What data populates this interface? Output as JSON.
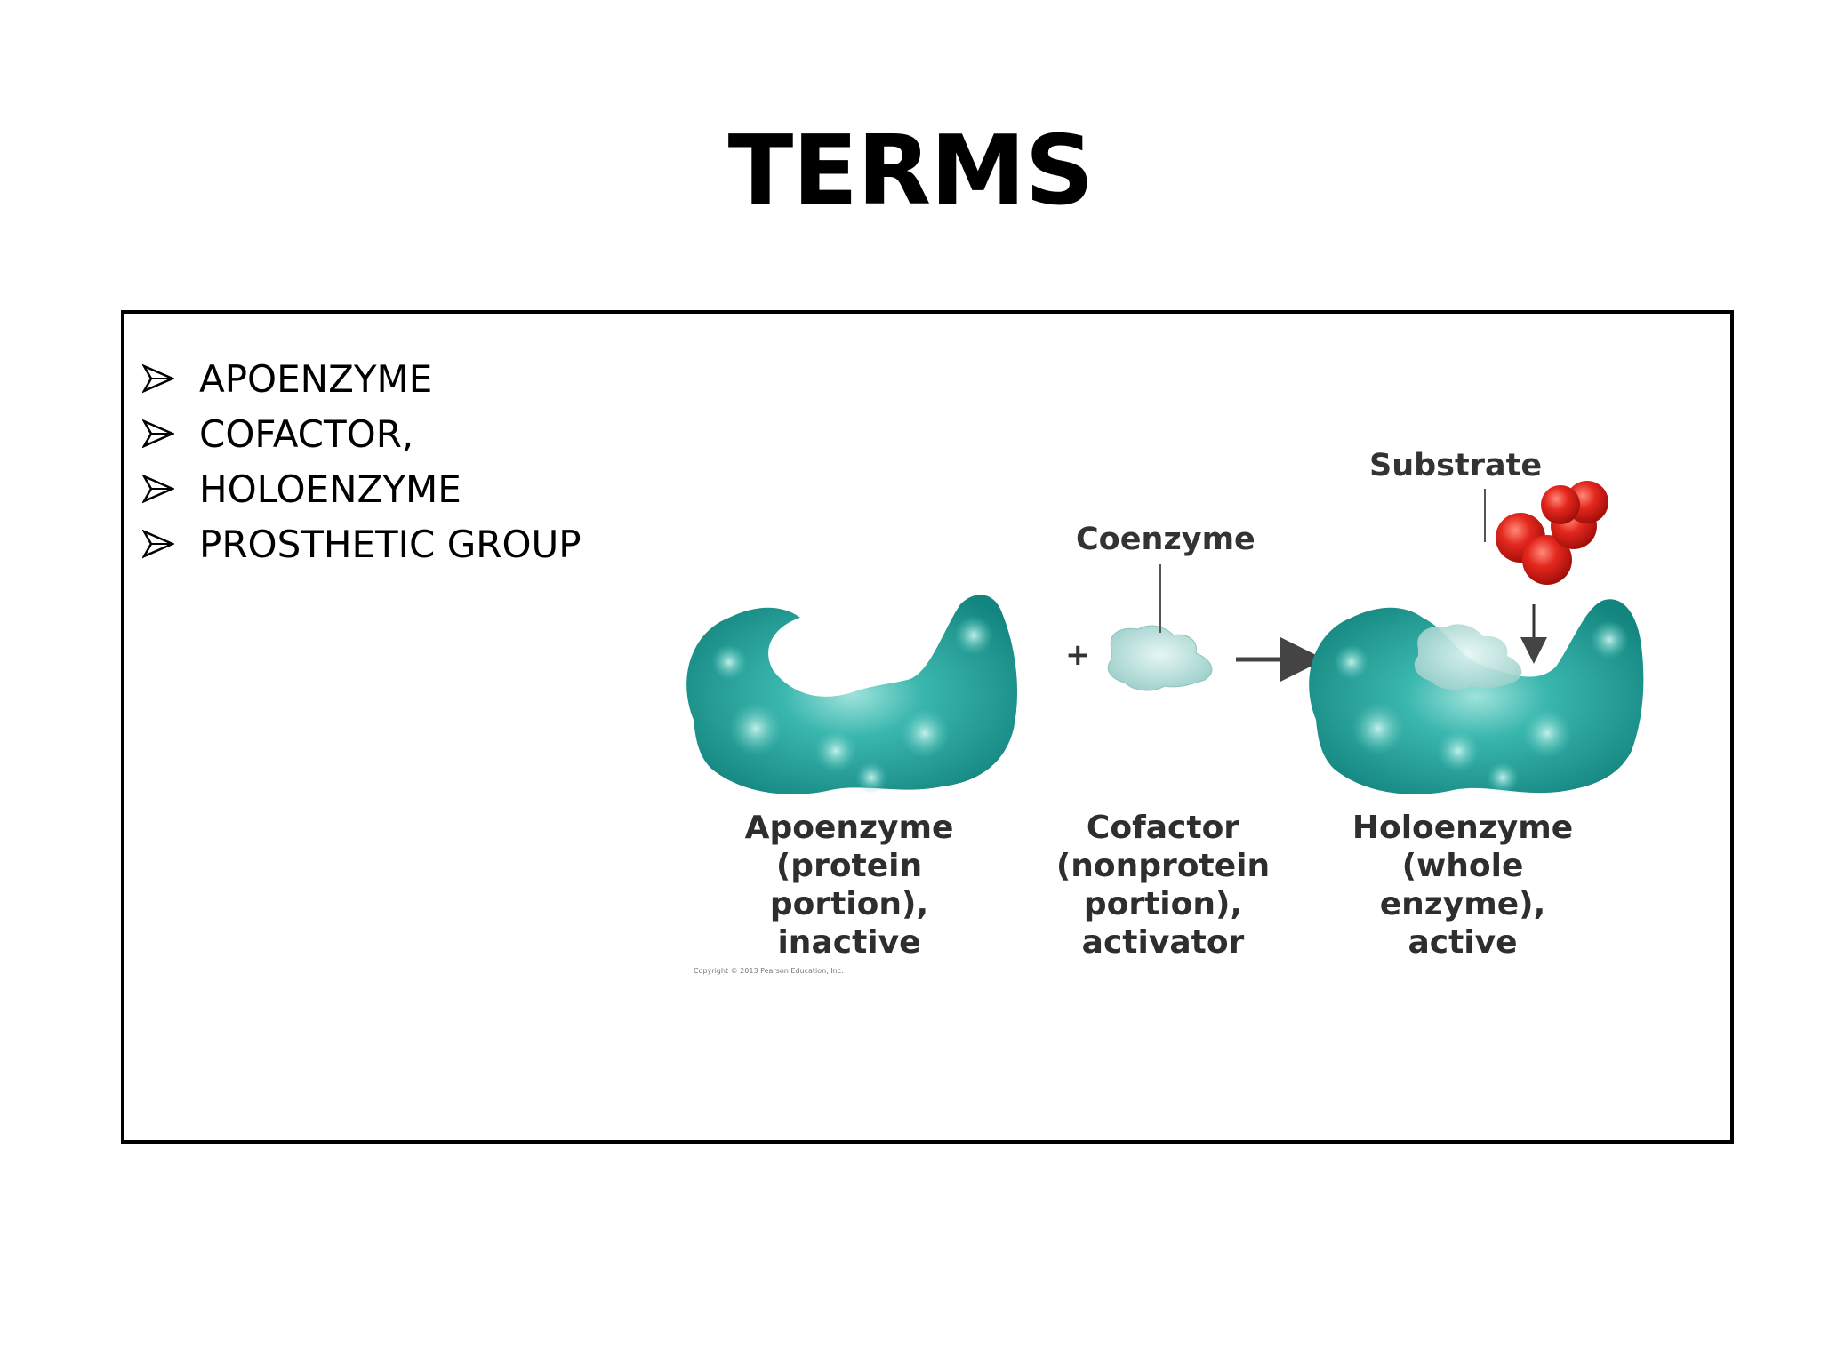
{
  "title": "TERMS",
  "terms": [
    "APOENZYME",
    "COFACTOR,",
    "HOLOENZYME",
    "PROSTHETIC GROUP"
  ],
  "diagram": {
    "substrate_label": "Substrate",
    "coenzyme_label": "Coenzyme",
    "plus_sign": "+",
    "captions": {
      "apoenzyme": [
        "Apoenzyme",
        "(protein",
        "portion),",
        "inactive"
      ],
      "cofactor": [
        "Cofactor",
        "(nonprotein",
        "portion),",
        "activator"
      ],
      "holoenzyme": [
        "Holoenzyme",
        "(whole",
        "enzyme),",
        "active"
      ]
    },
    "copyright": "Copyright © 2013 Pearson Education, Inc.",
    "colors": {
      "enzyme": "#1f9e97",
      "enzyme_highlight": "#7fd6cf",
      "cofactor": "#b8e0dc",
      "substrate": "#e0241c",
      "arrow": "#444444"
    }
  }
}
